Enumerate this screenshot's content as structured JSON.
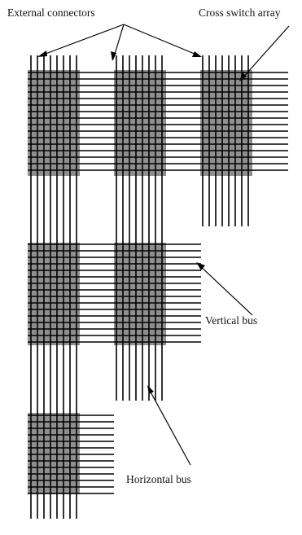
{
  "labels": {
    "external_connectors": "External connectors",
    "cross_switch_array": "Cross switch array",
    "vertical_bus": "Vertical bus",
    "horizontal_bus": "Horizontal bus"
  },
  "colors": {
    "switch_array_fill": "#8f8f8f",
    "lines": "#000000",
    "background": "#ffffff"
  }
}
